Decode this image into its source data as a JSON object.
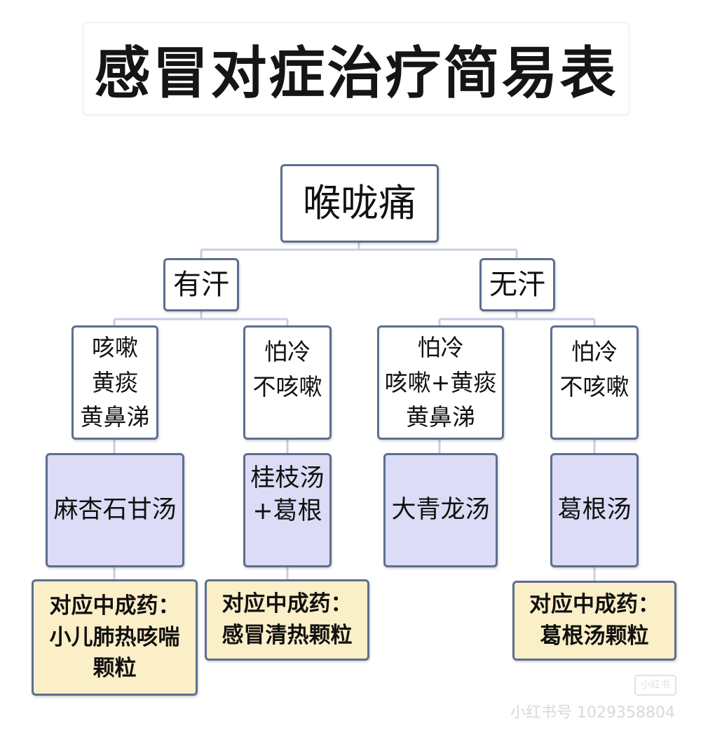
{
  "title": "感冒对症治疗简易表",
  "root": {
    "label": "喉咙痛"
  },
  "branches": {
    "sweat": {
      "label": "有汗"
    },
    "no_sweat": {
      "label": "无汗"
    }
  },
  "symptoms": {
    "sweat_cough": [
      "咳嗽",
      "黄痰",
      "黄鼻涕"
    ],
    "sweat_cold": [
      "怕冷",
      "不咳嗽"
    ],
    "nosweat_cough": [
      "怕冷",
      "咳嗽+黄痰",
      "黄鼻涕"
    ],
    "nosweat_cold": [
      "怕冷",
      "不咳嗽"
    ]
  },
  "formulas": {
    "maxing": [
      "麻杏石甘汤"
    ],
    "guizhi": [
      "桂枝汤",
      "+葛根"
    ],
    "daqinglong": [
      "大青龙汤"
    ],
    "gegen": [
      "葛根汤"
    ]
  },
  "patent_medicines": {
    "maxing": [
      "对应中成药：",
      "小儿肺热咳喘",
      "颗粒"
    ],
    "guizhi": [
      "对应中成药：",
      "感冒清热颗粒"
    ],
    "gegen": [
      "对应中成药：",
      "葛根汤颗粒"
    ]
  },
  "watermark": {
    "text": "小红书号 1029358804",
    "badge": "小红书"
  },
  "colors": {
    "border": "#5d6f8f",
    "formula_fill": "#dcdcf6",
    "patent_fill": "#fbefc8",
    "connector": "#c9cde3"
  }
}
